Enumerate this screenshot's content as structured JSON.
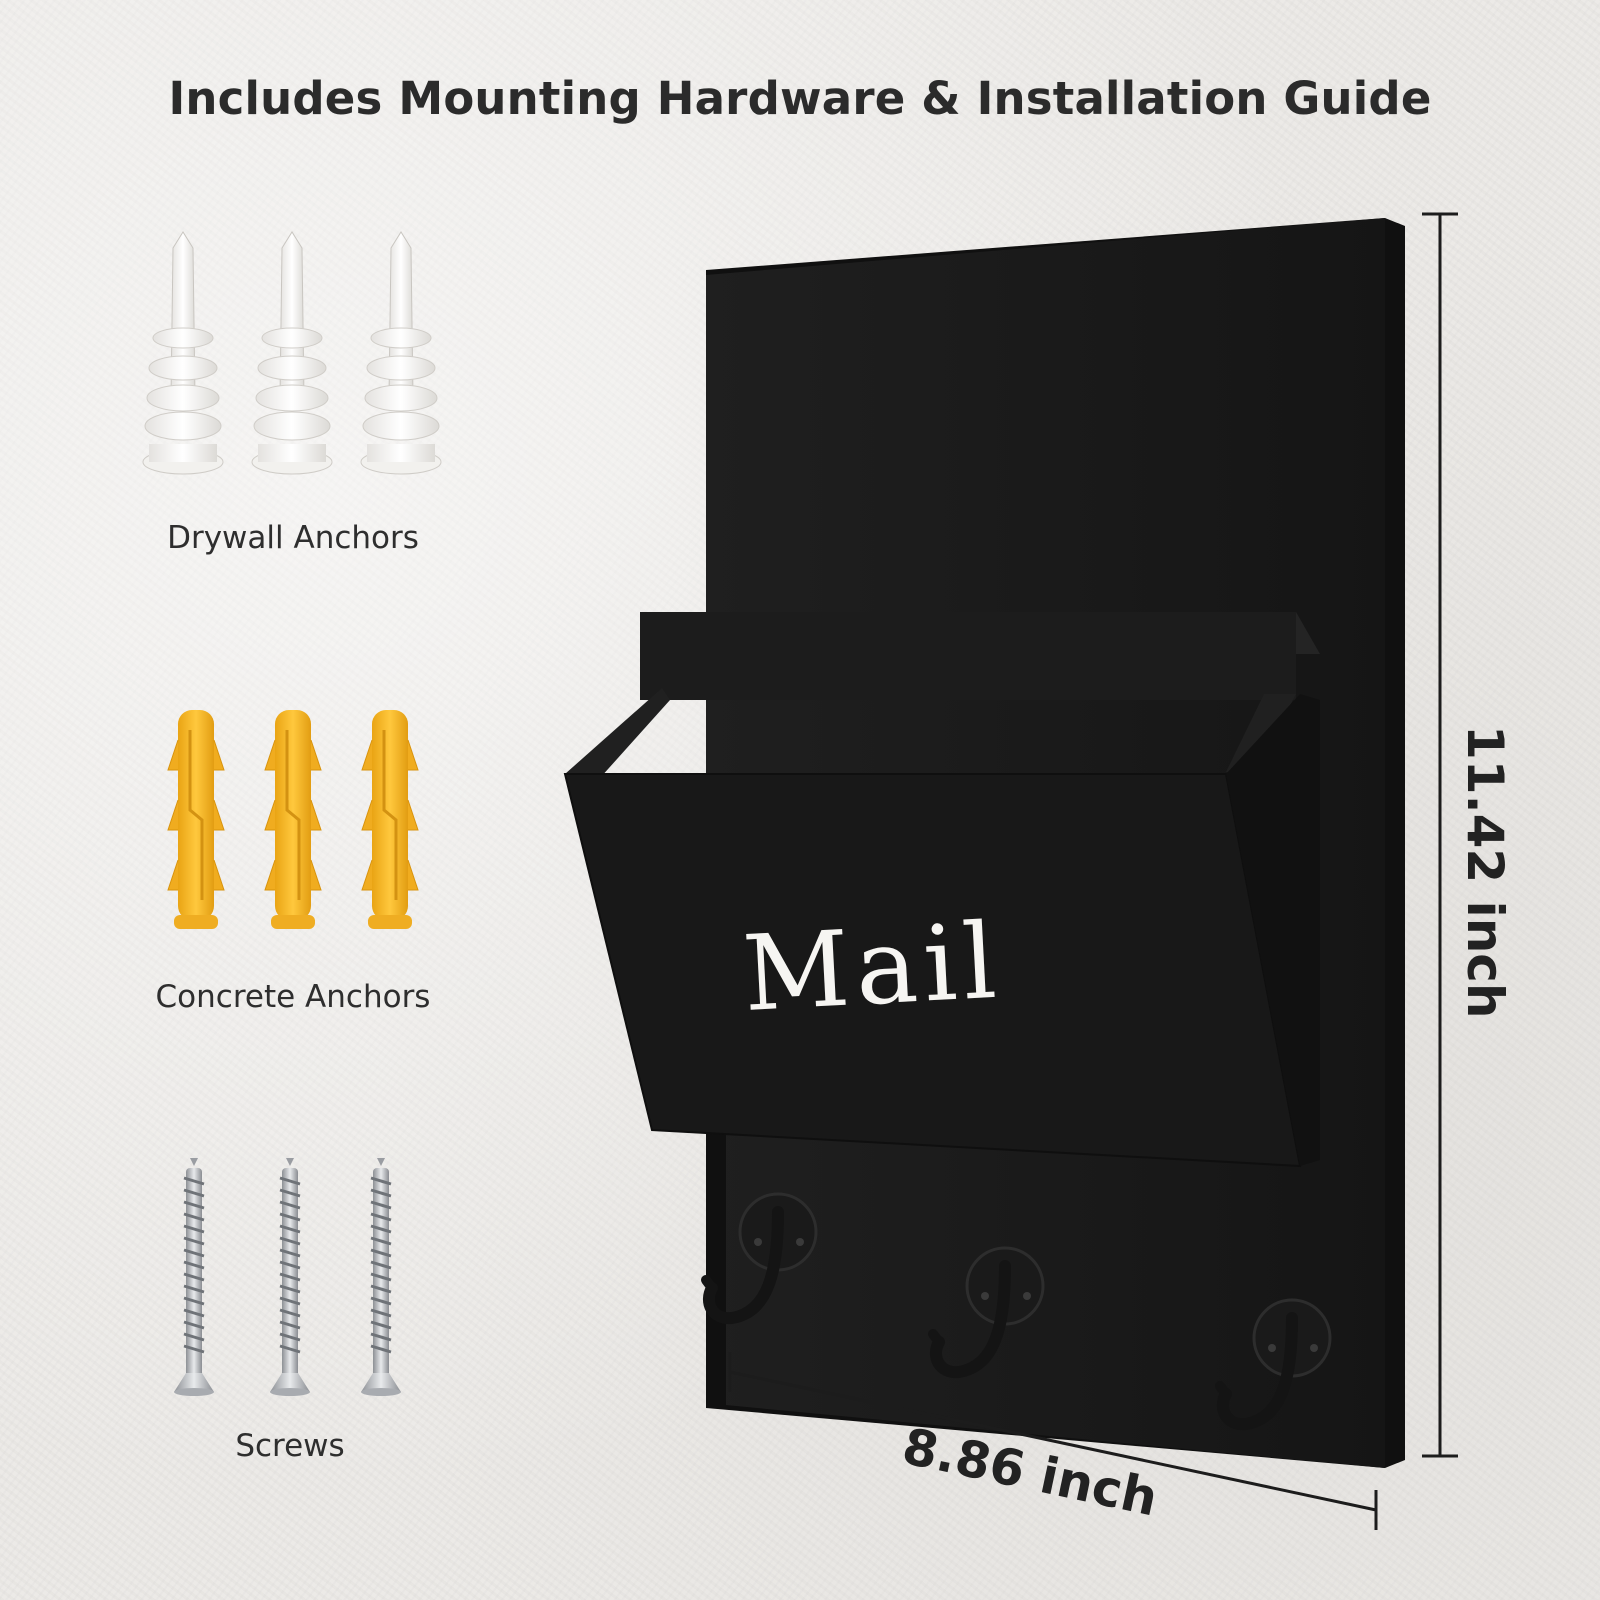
{
  "headline": "Includes Mounting Hardware & Installation Guide",
  "hardware": {
    "drywall_label": "Drywall Anchors",
    "concrete_label": "Concrete Anchors",
    "screws_label": "Screws"
  },
  "product": {
    "front_text": "Mail",
    "height_label": "11.42 inch",
    "width_label": "8.86 inch",
    "hook_count": 3
  },
  "colors": {
    "board": "#1b1b1b",
    "anchor_white": "#f4f3f0",
    "anchor_yellow": "#f5b82e",
    "screw": "#b9bcc0"
  }
}
